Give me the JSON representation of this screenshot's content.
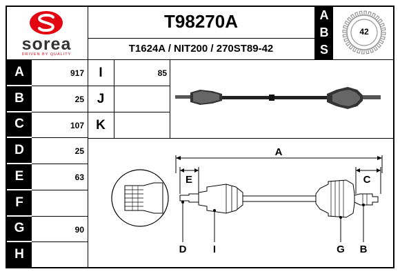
{
  "brand": {
    "name": "sorea",
    "tagline": "DRIVEN BY QUALITY",
    "color": "#e30613"
  },
  "header": {
    "part_number": "T98270A",
    "cross_refs": "T1624A / NIT200 / 270ST89-42",
    "abs_letters": [
      "A",
      "B",
      "S"
    ],
    "abs_teeth": "42"
  },
  "dimensions_left": [
    {
      "label": "A",
      "value": "917"
    },
    {
      "label": "B",
      "value": "25"
    },
    {
      "label": "C",
      "value": "107"
    },
    {
      "label": "D",
      "value": "25"
    },
    {
      "label": "E",
      "value": "63"
    },
    {
      "label": "F",
      "value": ""
    },
    {
      "label": "G",
      "value": "90"
    },
    {
      "label": "H",
      "value": ""
    }
  ],
  "dimensions_mid": [
    {
      "label": "I",
      "value": "85"
    },
    {
      "label": "J",
      "value": ""
    },
    {
      "label": "K",
      "value": ""
    }
  ],
  "diagram_labels": {
    "A": "A",
    "E": "E",
    "C": "C",
    "D": "D",
    "I": "I",
    "G": "G",
    "B": "B"
  }
}
